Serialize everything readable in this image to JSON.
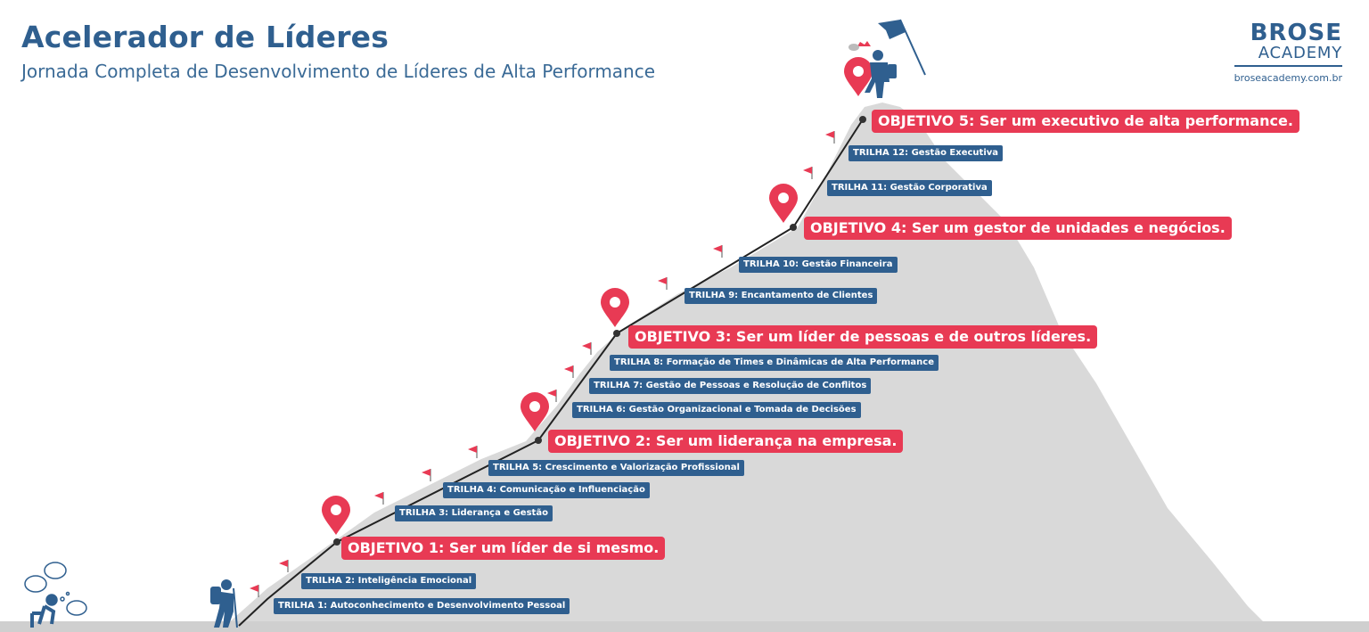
{
  "header": {
    "title": "Acelerador de Líderes",
    "subtitle": "Jornada Completa de Desenvolvimento de Líderes de Alta Performance"
  },
  "brand": {
    "name": "BROSE",
    "sub": "ACADEMY",
    "url": "broseacademy.com.br"
  },
  "colors": {
    "primary": "#2f5f8f",
    "accent": "#e83a54",
    "mountain": "#d9d9d9",
    "ground": "#cfcfcf"
  },
  "trails": [
    "TRILHA 1: Autoconhecimento e Desenvolvimento Pessoal",
    "TRILHA 2: Inteligência Emocional",
    "TRILHA 3: Liderança e Gestão",
    "TRILHA 4: Comunicação e Influenciação",
    "TRILHA 5: Crescimento e Valorização Profissional",
    "TRILHA 6: Gestão Organizacional e Tomada de Decisões",
    "TRILHA 7: Gestão de Pessoas e Resolução de Conflitos",
    "TRILHA 8: Formação de Times e Dinâmicas de Alta Performance",
    "TRILHA 9: Encantamento de Clientes",
    "TRILHA 10: Gestão Financeira",
    "TRILHA 11: Gestão Corporativa",
    "TRILHA 12: Gestão Executiva"
  ],
  "objectives": [
    "OBJETIVO 1: Ser um líder de si mesmo.",
    "OBJETIVO 2: Ser um liderança na empresa.",
    "OBJETIVO 3: Ser um líder de pessoas e de outros líderes.",
    "OBJETIVO 4: Ser um gestor de unidades e negócios.",
    "OBJETIVO 5: Ser um executivo de alta performance."
  ],
  "icons": {
    "pin": "location-pin-icon",
    "flag": "flag-icon",
    "hiker": "hiker-icon",
    "thinker": "thinking-person-icon",
    "summit": "summit-climber-icon"
  }
}
